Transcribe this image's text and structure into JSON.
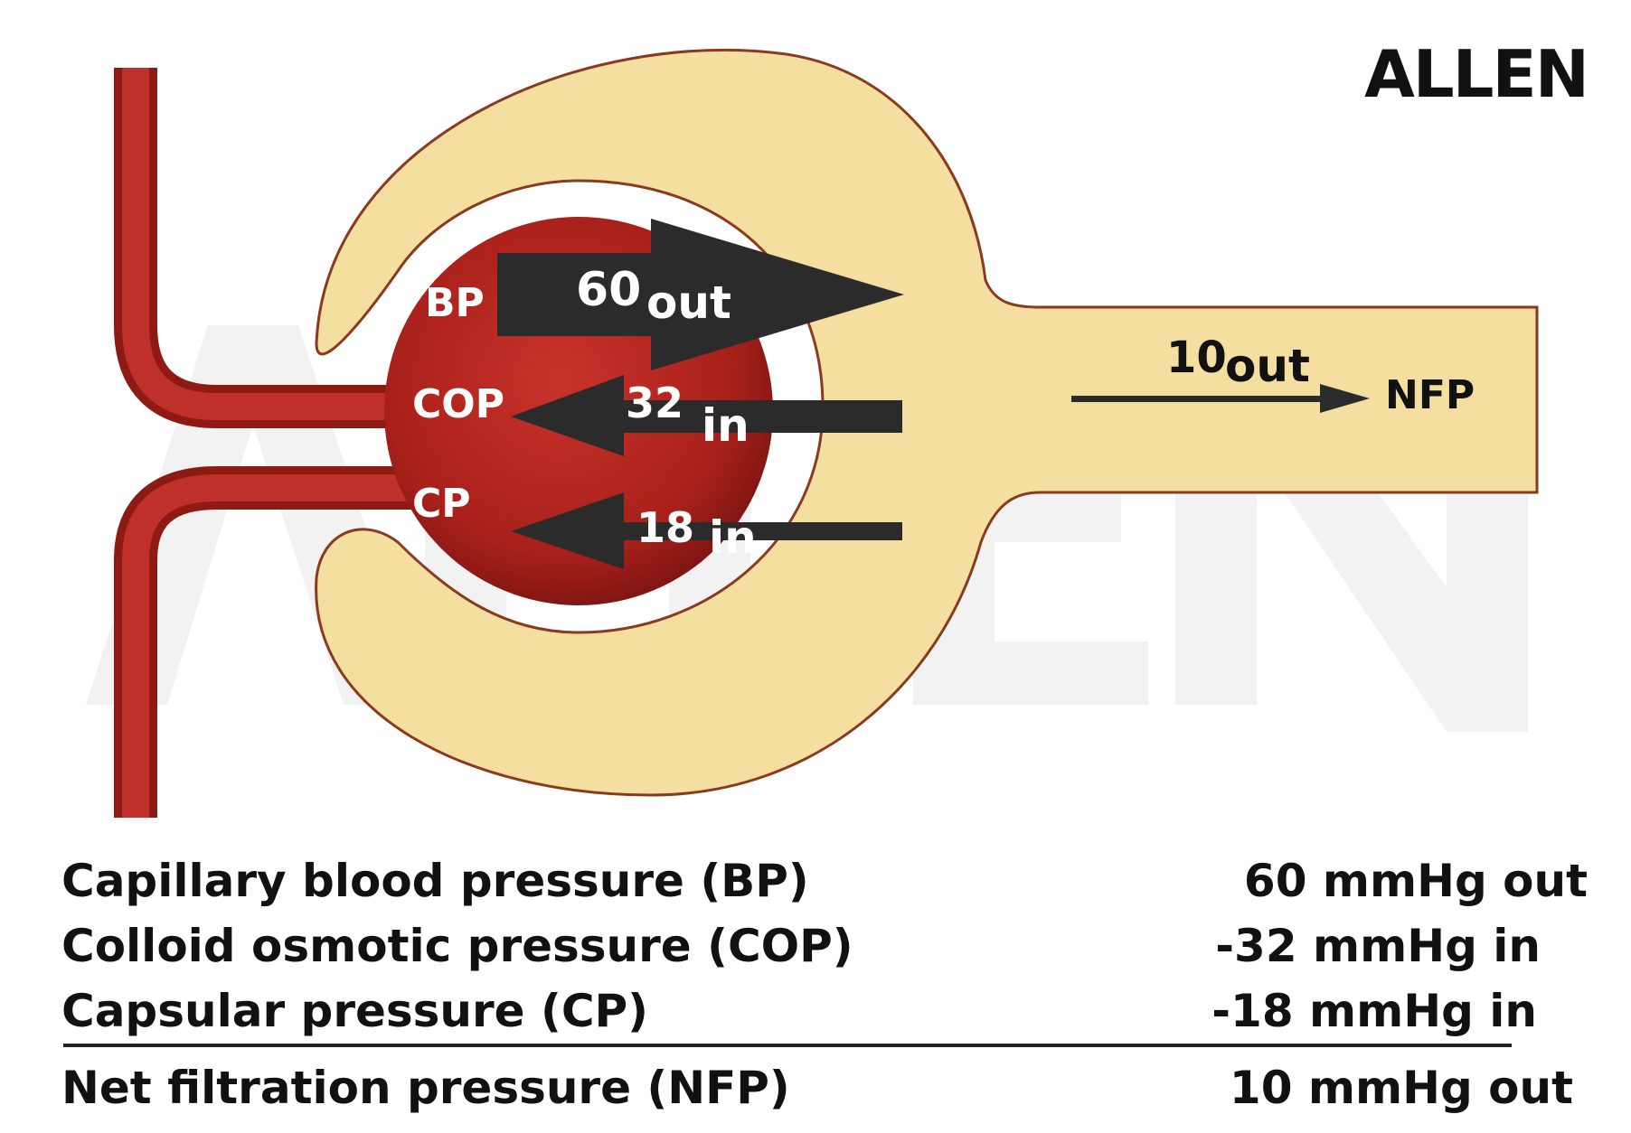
{
  "logo": "ALLEN",
  "diagram": {
    "arrows": [
      {
        "abbr": "BP",
        "value": "60",
        "direction": "out"
      },
      {
        "abbr": "COP",
        "value": "32",
        "direction": "in"
      },
      {
        "abbr": "CP",
        "value": "18",
        "direction": "in"
      }
    ],
    "net": {
      "abbr": "NFP",
      "value": "10",
      "direction": "out"
    }
  },
  "summary": {
    "rows": [
      {
        "name": "Capillary blood pressure (BP)",
        "value": "60 mmHg out"
      },
      {
        "name": "Colloid osmotic pressure (COP)",
        "value": "-32 mmHg in"
      },
      {
        "name": "Capsular pressure (CP)",
        "value": "-18 mmHg in"
      }
    ],
    "net": {
      "name": "Net filtration pressure (NFP)",
      "value": "10 mmHg out"
    }
  },
  "colors": {
    "capsule": "#f4dfa0",
    "capsule_outline": "#8a3a1e",
    "blood": "#b3261e",
    "arrow": "#2b2b2b",
    "watermark": "#f1f1f1"
  }
}
